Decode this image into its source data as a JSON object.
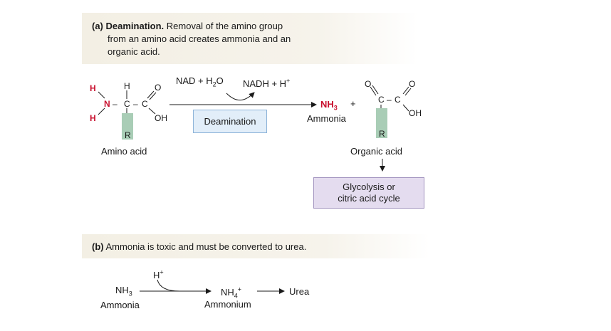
{
  "panel_a": {
    "label": "(a)",
    "title": "Deamination.",
    "text_line1": "Removal of the amino group",
    "text_line2": "from an amino acid creates ammonia and an",
    "text_line3": "organic acid."
  },
  "amino_acid": {
    "h_top": "H",
    "h_upper_left": "H",
    "n": "N",
    "c1": "C",
    "c2": "C",
    "o": "O",
    "oh": "OH",
    "h_lower_left": "H",
    "r": "R",
    "name": "Amino acid"
  },
  "reaction": {
    "cofactor_in_a": "NAD + H",
    "cofactor_in_sub": "2",
    "cofactor_in_b": "O",
    "cofactor_out_a": "NADH + H",
    "cofactor_out_sup": "+",
    "process_label": "Deamination"
  },
  "product_ammonia": {
    "formula_a": "NH",
    "formula_sub": "3",
    "plus": "+",
    "name": "Ammonia"
  },
  "organic_acid": {
    "o_left": "O",
    "o_right": "O",
    "c1": "C",
    "c2": "C",
    "oh": "OH",
    "r": "R",
    "name": "Organic acid"
  },
  "fate": {
    "line1": "Glycolysis or",
    "line2": "citric acid cycle"
  },
  "panel_b": {
    "label": "(b)",
    "text": "Ammonia is toxic and must be converted to urea.",
    "h_plus_a": "H",
    "h_plus_sup": "+",
    "nh3_a": "NH",
    "nh3_sub": "3",
    "nh3_name": "Ammonia",
    "nh4_a": "NH",
    "nh4_sub": "4",
    "nh4_sup": "+",
    "nh4_name": "Ammonium",
    "urea": "Urea"
  },
  "colors": {
    "accent_red": "#c8102e",
    "r_group_green": "#a9cdb6",
    "process_box_blue": "#e2eef9",
    "pathway_box_purple": "#e4dcef",
    "caption_tan": "#f3efe4"
  }
}
